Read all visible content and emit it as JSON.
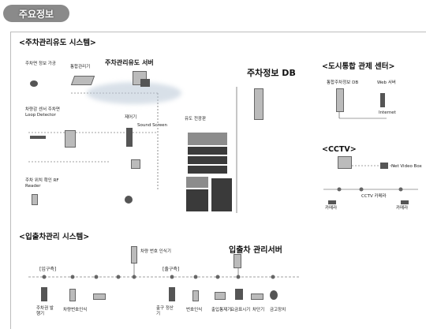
{
  "header": {
    "badge": "주요정보"
  },
  "parking_system": {
    "title": "<주차관리유도 시스템>",
    "server_title": "주차관리유도 서버",
    "db_title": "주차정보 DB",
    "labels": {
      "car_display": "주차면 정보 가공",
      "count_device": "통합관리기",
      "loop_detector": "차량감 센서 주차면 Loop Detector",
      "rf_reader": "주차 위치 확인 RF Reader",
      "guide_panel": "유도 전광판",
      "control": "제어기",
      "screen": "Sound Screen"
    }
  },
  "city_center": {
    "title": "<도시통합 관제 센터>",
    "labels": {
      "db": "통합주차정보 DB",
      "web": "Web 서버",
      "internet": "Internet"
    }
  },
  "cctv": {
    "title": "<CCTV>",
    "labels": {
      "net": "Net Video Box",
      "monitor": "CCTV 카메라",
      "cam1": "카메라",
      "cam2": "카메라"
    }
  },
  "entry_system": {
    "title": "<입출차관리 시스템>",
    "server_title": "입출차 관리서버",
    "top_device": "차량 번호 인식기",
    "entry_label": "[입구측]",
    "exit_label": "[출구측]",
    "bottom_labels": [
      "주차권 발행기",
      "차량번호인식",
      "",
      "출구 정산기",
      "",
      "번호인식",
      "출입통제기",
      "요금표시기",
      "차단기",
      "금고장치"
    ]
  }
}
